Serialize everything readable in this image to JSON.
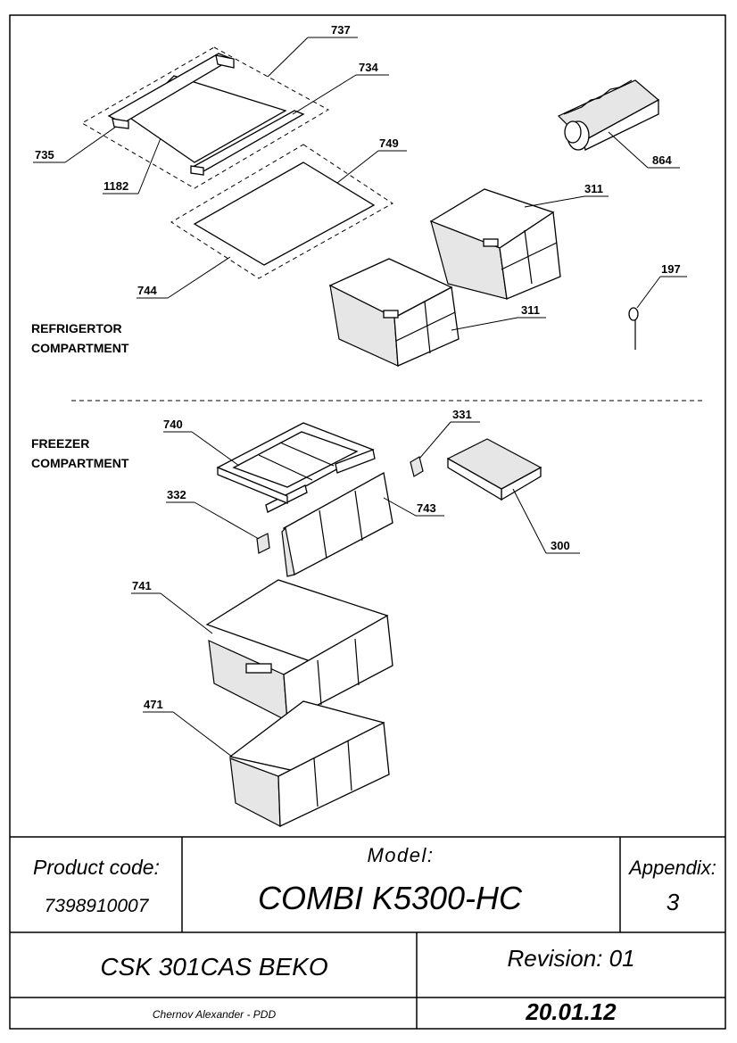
{
  "sections": {
    "refrigerator": [
      "REFRIGERTOR",
      "COMPARTMENT"
    ],
    "freezer": [
      "FREEZER",
      "COMPARTMENT"
    ]
  },
  "callouts": {
    "c737": "737",
    "c734": "734",
    "c735": "735",
    "c1182": "1182",
    "c749": "749",
    "c744": "744",
    "c864": "864",
    "c311a": "311",
    "c311b": "311",
    "c197": "197",
    "c740": "740",
    "c331": "331",
    "c332": "332",
    "c743": "743",
    "c300": "300",
    "c741": "741",
    "c471": "471"
  },
  "title_block": {
    "product_code_label": "Product code:",
    "product_code": "7398910007",
    "model_label": "Model:",
    "model": "COMBI K5300-HC",
    "appendix_label": "Appendix:",
    "appendix": "3",
    "csk": "CSK 301CAS BEKO",
    "revision": "Revision: 01",
    "author": "Chernov Alexander - PDD",
    "date": "20.01.12"
  }
}
